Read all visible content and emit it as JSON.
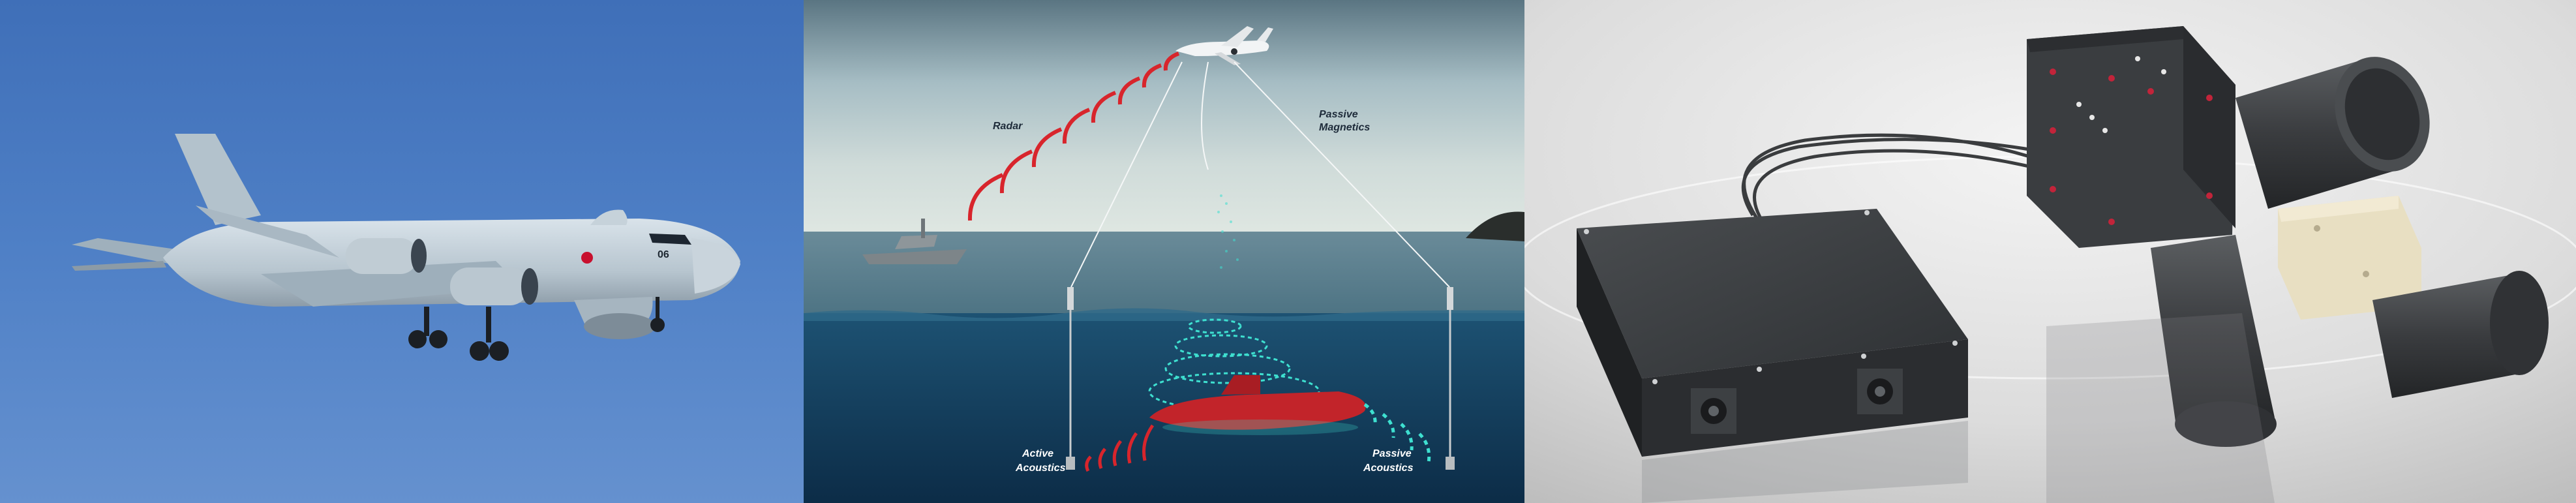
{
  "panels": [
    {
      "id": "aircraft-photo"
    },
    {
      "id": "asw-sensor-diagram",
      "labels": {
        "radar": "Radar",
        "passive_magnetics_1": "Passive",
        "passive_magnetics_2": "Magnetics",
        "active_acoustics_1": "Active",
        "active_acoustics_2": "Acoustics",
        "passive_acoustics_1": "Passive",
        "passive_acoustics_2": "Acoustics"
      }
    },
    {
      "id": "sensor-hardware-render"
    }
  ],
  "aircraft": {
    "tail_number": "06"
  },
  "colors": {
    "sky_blue": "#4f7fc4",
    "radar_red": "#d8252c",
    "acoustic_cyan": "#3ee0d0",
    "submarine_red": "#c2242a",
    "sea_deep": "#123a5c"
  }
}
